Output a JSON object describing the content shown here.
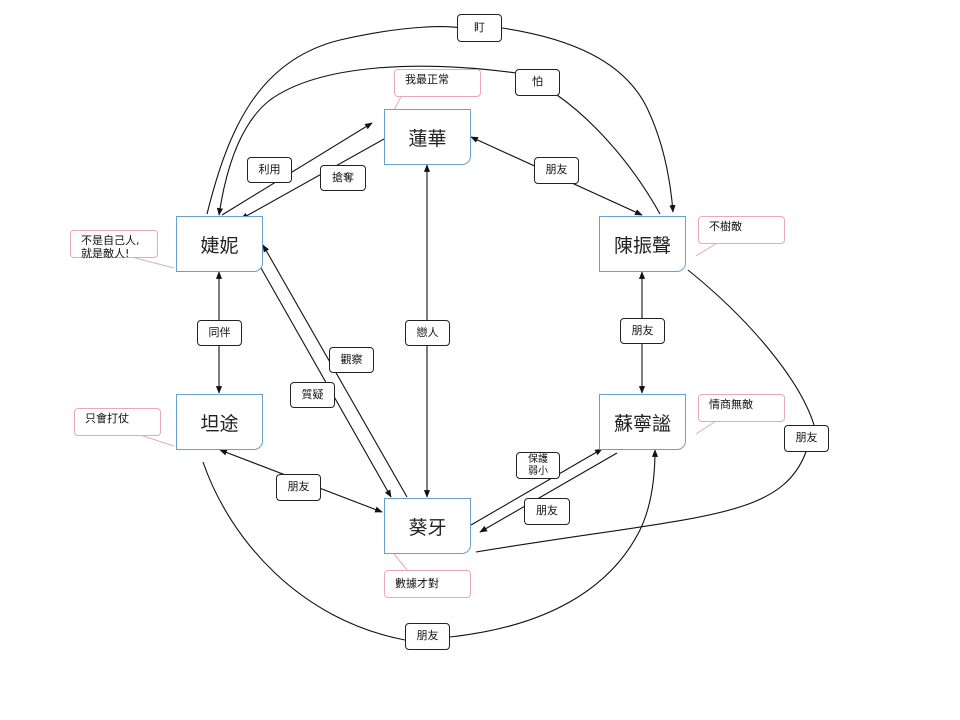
{
  "nodes": {
    "lianhua": "蓮華",
    "jieni": "婕妮",
    "chen": "陳振聲",
    "tantu": "坦途",
    "su": "蘇寧謐",
    "kuiya": "葵牙"
  },
  "edge_labels": {
    "ding": "盯",
    "pa": "怕",
    "liyong": "利用",
    "qiangduo": "搶奪",
    "pengyou_lianhua_chen": "朋友",
    "tongban": "同伴",
    "lianren": "戀人",
    "pengyou_chen_su": "朋友",
    "guancha": "觀察",
    "zhiyi": "質疑",
    "pengyou_chen_kuiya": "朋友",
    "baohu": "保護\n弱小",
    "pengyou_su_kuiya": "朋友",
    "pengyou_tantu_kuiya": "朋友",
    "pengyou_tantu_su": "朋友"
  },
  "notes": {
    "lianhua": "我最正常",
    "jieni": "不是自己人,\n就是敵人!",
    "chen": "不樹敵",
    "tantu": "只會打仗",
    "su": "情商無敵",
    "kuiya": "數據才對"
  },
  "colors": {
    "node_border": "#6aa0cc",
    "note_border": "#e6a9b9",
    "edge": "#111111"
  }
}
